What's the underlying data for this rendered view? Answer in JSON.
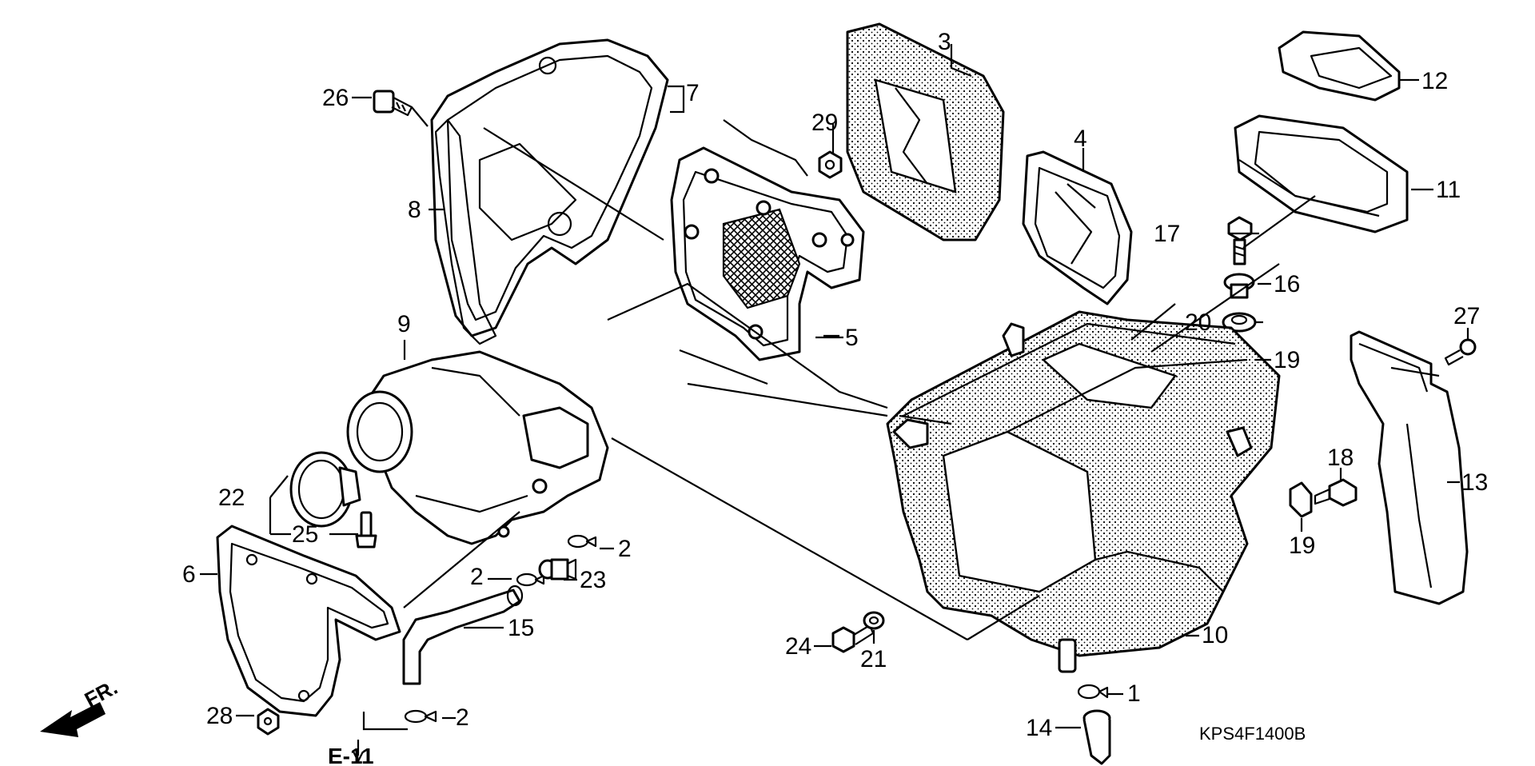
{
  "diagram": {
    "code": "KPS4F1400B",
    "reference": "E-11",
    "direction": "FR.",
    "callouts": {
      "c1": "1",
      "c2a": "2",
      "c2b": "2",
      "c2c": "2",
      "c3": "3",
      "c4": "4",
      "c5": "5",
      "c6": "6",
      "c7": "7",
      "c8": "8",
      "c9": "9",
      "c10": "10",
      "c11": "11",
      "c12": "12",
      "c13": "13",
      "c14": "14",
      "c15": "15",
      "c16": "16",
      "c17": "17",
      "c18": "18",
      "c19a": "19",
      "c19b": "19",
      "c20": "20",
      "c21": "21",
      "c22": "22",
      "c23": "23",
      "c24": "24",
      "c25": "25",
      "c26": "26",
      "c27": "27",
      "c28": "28",
      "c29": "29"
    }
  }
}
